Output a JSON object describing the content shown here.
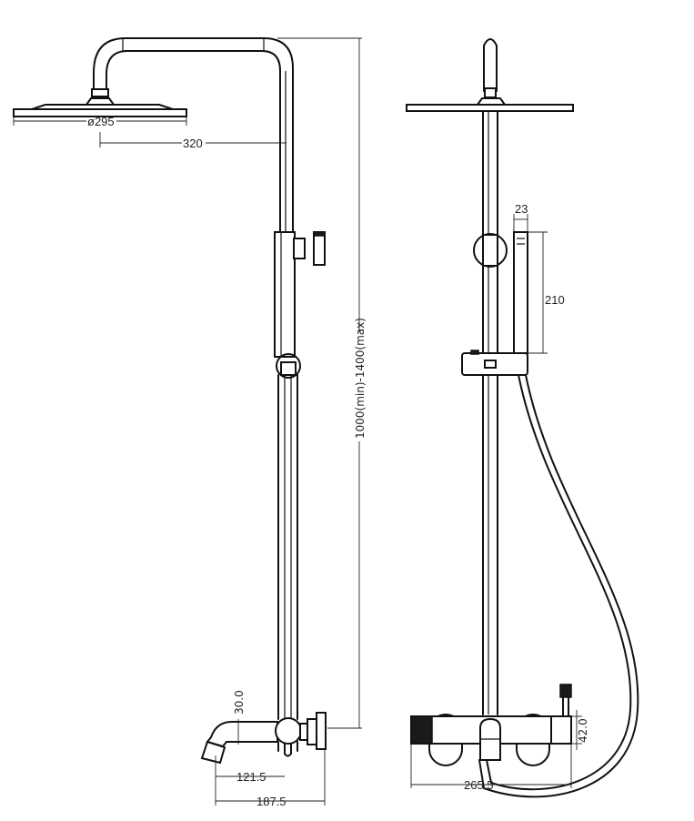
{
  "views": {
    "side": {
      "dimensions": {
        "head_diameter": "ø295",
        "arm_reach": "320",
        "height_range": "1000(min)-1400(max)",
        "spout_height": "30.0",
        "spout_to_riser": "121.5",
        "spout_to_wall": "187.5"
      }
    },
    "front": {
      "dimensions": {
        "handshower_width": "23",
        "handshower_length": "210",
        "mixer_height": "42.0",
        "mixer_width": "265.5"
      }
    }
  },
  "colors": {
    "line": "#111111",
    "background": "#ffffff"
  }
}
